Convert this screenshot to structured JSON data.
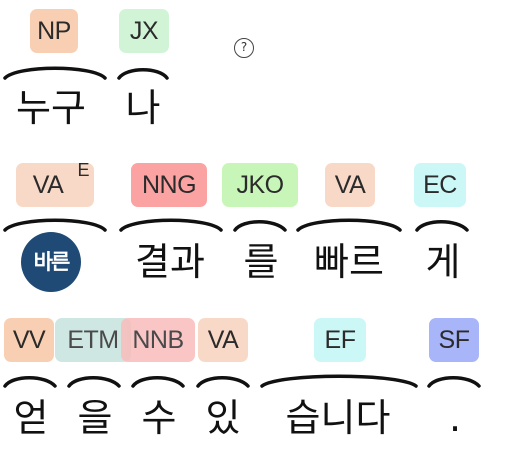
{
  "help_icon": {
    "glyph": "?"
  },
  "logo": {
    "text": "바른"
  },
  "lines": [
    {
      "tags": [
        {
          "label": "NP",
          "color": "#f8cfb3"
        },
        {
          "label": "JX",
          "color": "#d1f4d7"
        }
      ],
      "words": [
        "누구",
        "나"
      ]
    },
    {
      "tags": [
        {
          "label": "VA",
          "sup": "E",
          "color": "#f8d9c7"
        },
        {
          "label": "NNG",
          "color": "#fba3a3"
        },
        {
          "label": "JKO",
          "color": "#c7f6b8"
        },
        {
          "label": "VA",
          "color": "#f8d9c7"
        },
        {
          "label": "EC",
          "color": "#cbf7f6"
        }
      ],
      "words": [
        "",
        "결과",
        "를",
        "빠르",
        "게"
      ]
    },
    {
      "tags": [
        {
          "label": "VV",
          "color": "#f8cfb3"
        },
        {
          "label": "ETM",
          "color": "#c6e3df"
        },
        {
          "label": "NNB",
          "color": "#f9bcbc"
        },
        {
          "label": "VA",
          "color": "#f8d9c7"
        },
        {
          "label": "EF",
          "color": "#cbf7f6"
        },
        {
          "label": "SF",
          "color": "#a8b5f8"
        }
      ],
      "words": [
        "얻",
        "을",
        "수",
        "있",
        "습니다",
        "."
      ]
    }
  ]
}
